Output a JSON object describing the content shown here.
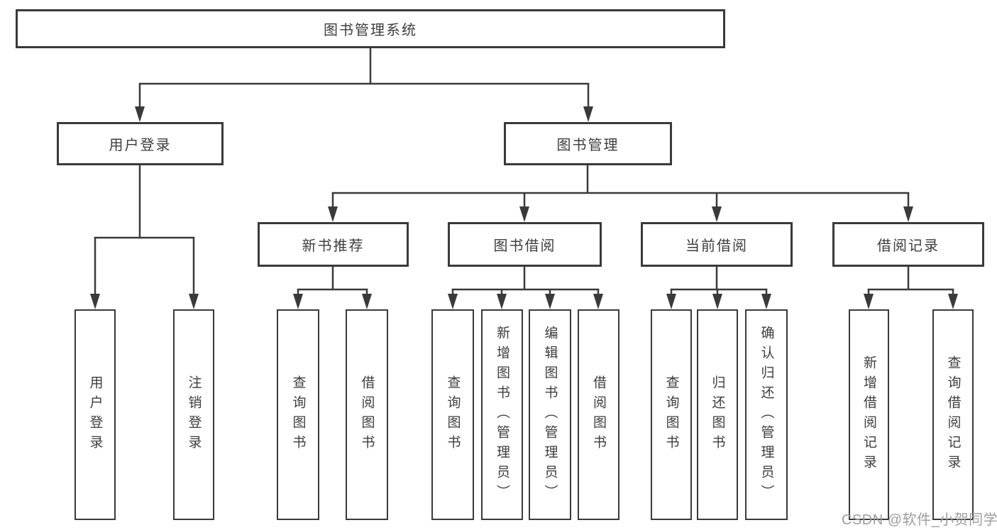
{
  "root": {
    "label": "图书管理系统"
  },
  "level2": [
    {
      "label": "用户登录"
    },
    {
      "label": "图书管理"
    }
  ],
  "level3": [
    {
      "label": "新书推荐"
    },
    {
      "label": "图书借阅"
    },
    {
      "label": "当前借阅"
    },
    {
      "label": "借阅记录"
    }
  ],
  "leaves": {
    "login": [
      "用户登录",
      "注销登录"
    ],
    "new_book": [
      "查询图书",
      "借阅图书"
    ],
    "borrow": [
      "查询图书",
      "新增图书（管理员）",
      "编辑图书（管理员）",
      "借阅图书"
    ],
    "current": [
      "查询图书",
      "归还图书",
      "确认归还（管理员）"
    ],
    "record": [
      "新增借阅记录",
      "查询借阅记录"
    ]
  },
  "watermark": "CSDN @软件_小贺同学",
  "colors": {
    "line": "#3a3a3a",
    "box_border": "#3a3a3a",
    "box_fill": "#ffffff",
    "text": "#3d3d3d",
    "watermark": "#9d9d9d",
    "background": "#ffffff"
  }
}
